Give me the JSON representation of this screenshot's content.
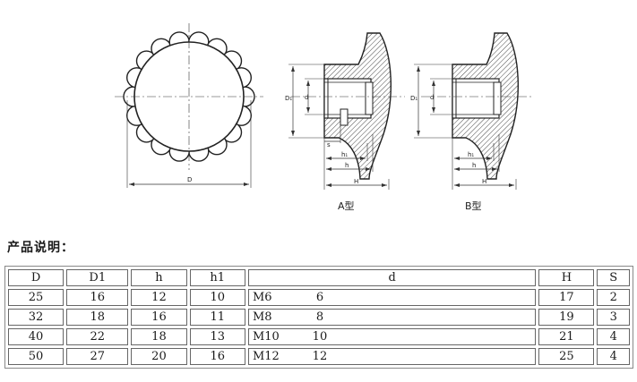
{
  "drawing": {
    "labels": {
      "D": "D",
      "D1": "D₁",
      "d": "d",
      "h": "h",
      "h1": "h₁",
      "H": "H",
      "S": "s",
      "type_a": "A型",
      "type_b": "B型"
    }
  },
  "section_title": "产品说明：",
  "table": {
    "headers": [
      "D",
      "D1",
      "h",
      "h1",
      "d",
      "H",
      "S"
    ],
    "rows": [
      {
        "D": "25",
        "D1": "16",
        "h": "12",
        "h1": "10",
        "d_m": "M6",
        "d_n": "6",
        "H": "17",
        "S": "2"
      },
      {
        "D": "32",
        "D1": "18",
        "h": "16",
        "h1": "11",
        "d_m": "M8",
        "d_n": "8",
        "H": "19",
        "S": "3"
      },
      {
        "D": "40",
        "D1": "22",
        "h": "18",
        "h1": "13",
        "d_m": "M10",
        "d_n": "10",
        "H": "21",
        "S": "4"
      },
      {
        "D": "50",
        "D1": "27",
        "h": "20",
        "h1": "16",
        "d_m": "M12",
        "d_n": "12",
        "H": "25",
        "S": "4"
      }
    ]
  }
}
